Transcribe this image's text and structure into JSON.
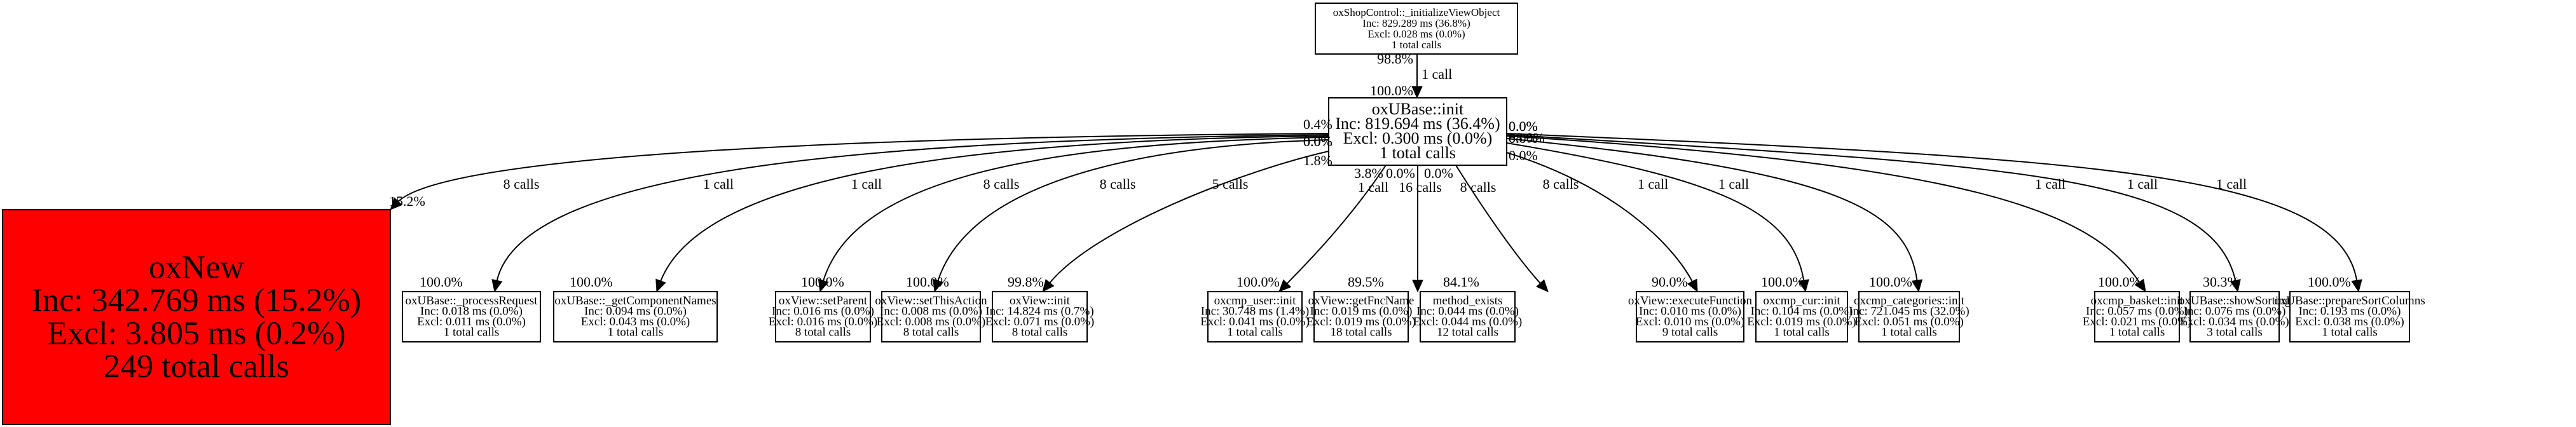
{
  "graph": {
    "type": "call-graph",
    "hot_color": "#ff0000",
    "default_color": "#ffffff",
    "root": {
      "id": "root",
      "name": "oxShopControl::_initializeViewObject",
      "inc": "Inc: 829.289 ms (36.8%)",
      "excl": "Excl: 0.028 ms (0.0%)",
      "calls": "1 total calls"
    },
    "center": {
      "id": "center",
      "name": "oxUBase::init",
      "inc": "Inc: 819.694 ms (36.4%)",
      "excl": "Excl: 0.300 ms (0.0%)",
      "calls": "1 total calls"
    },
    "root_edge": {
      "tail_pct": "98.8%",
      "label": "1 call",
      "head_pct": "100.0%"
    },
    "children": [
      {
        "id": "oxnew",
        "name": "oxNew",
        "inc": "Inc: 342.769 ms (15.2%)",
        "excl": "Excl: 3.805 ms (0.2%)",
        "calls": "249 total calls",
        "hot": true,
        "edge_label": "8 calls",
        "head_pct": "15.2%",
        "tail_pct": "0.4%"
      },
      {
        "id": "processRequest",
        "name": "oxUBase::_processRequest",
        "inc": "Inc: 0.018 ms (0.0%)",
        "excl": "Excl: 0.011 ms (0.0%)",
        "calls": "1 total calls",
        "hot": false,
        "edge_label": "1 call",
        "head_pct": "100.0%",
        "tail_pct": "0.0%"
      },
      {
        "id": "getComponentNames",
        "name": "oxUBase::_getComponentNames",
        "inc": "Inc: 0.094 ms (0.0%)",
        "excl": "Excl: 0.043 ms (0.0%)",
        "calls": "1 total calls",
        "hot": false,
        "edge_label": "1 call",
        "head_pct": "100.0%",
        "tail_pct": "0.0%"
      },
      {
        "id": "setParent",
        "name": "oxView::setParent",
        "inc": "Inc: 0.016 ms (0.0%)",
        "excl": "Excl: 0.016 ms (0.0%)",
        "calls": "8 total calls",
        "hot": false,
        "edge_label": "8 calls",
        "head_pct": "100.0%",
        "tail_pct": "0.0%"
      },
      {
        "id": "setThisAction",
        "name": "oxView::setThisAction",
        "inc": "Inc: 0.008 ms (0.0%)",
        "excl": "Excl: 0.008 ms (0.0%)",
        "calls": "8 total calls",
        "hot": false,
        "edge_label": "8 calls",
        "head_pct": "100.0%",
        "tail_pct": "0.0%"
      },
      {
        "id": "viewInit",
        "name": "oxView::init",
        "inc": "Inc: 14.824 ms (0.7%)",
        "excl": "Excl: 0.071 ms (0.0%)",
        "calls": "8 total calls",
        "hot": false,
        "edge_label": "5 calls",
        "head_pct": "99.8%",
        "tail_pct": "1.8%"
      },
      {
        "id": "userInit",
        "name": "oxcmp_user::init",
        "inc": "Inc: 30.748 ms (1.4%)",
        "excl": "Excl: 0.041 ms (0.0%)",
        "calls": "1 total calls",
        "hot": false,
        "edge_label": "1 call",
        "head_pct": "100.0%",
        "tail_pct": "3.8%"
      },
      {
        "id": "getFncName",
        "name": "oxView::getFncName",
        "inc": "Inc: 0.019 ms (0.0%)",
        "excl": "Excl: 0.019 ms (0.0%)",
        "calls": "18 total calls",
        "hot": false,
        "edge_label": "16 calls",
        "head_pct": "89.5%",
        "tail_pct": "0.0%"
      },
      {
        "id": "methodExists",
        "name": "method_exists",
        "inc": "Inc: 0.044 ms (0.0%)",
        "excl": "Excl: 0.044 ms (0.0%)",
        "calls": "12 total calls",
        "hot": false,
        "edge_label": "8 calls",
        "head_pct": "84.1%",
        "tail_pct": "0.0%"
      },
      {
        "id": "executeFunction",
        "name": "oxView::executeFunction",
        "inc": "Inc: 0.010 ms (0.0%)",
        "excl": "Excl: 0.010 ms (0.0%)",
        "calls": "9 total calls",
        "hot": false,
        "edge_label": "8 calls",
        "head_pct": "90.0%",
        "tail_pct": "0.0%"
      },
      {
        "id": "curInit",
        "name": "oxcmp_cur::init",
        "inc": "Inc: 0.104 ms (0.0%)",
        "excl": "Excl: 0.019 ms (0.0%)",
        "calls": "1 total calls",
        "hot": false,
        "edge_label": "1 call",
        "head_pct": "100.0%",
        "tail_pct": "0.0%"
      },
      {
        "id": "categoriesInit",
        "name": "oxcmp_categories::init",
        "inc": "Inc: 721.045 ms (32.0%)",
        "excl": "Excl: 0.051 ms (0.0%)",
        "calls": "1 total calls",
        "hot": false,
        "edge_label": "1 call",
        "head_pct": "100.0%",
        "tail_pct": "88.0%"
      },
      {
        "id": "basketInit",
        "name": "oxcmp_basket::init",
        "inc": "Inc: 0.057 ms (0.0%)",
        "excl": "Excl: 0.021 ms (0.0%)",
        "calls": "1 total calls",
        "hot": false,
        "edge_label": "1 call",
        "head_pct": "100.0%",
        "tail_pct": "0.0%"
      },
      {
        "id": "showSorting",
        "name": "oxUBase::showSorting",
        "inc": "Inc: 0.076 ms (0.0%)",
        "excl": "Excl: 0.034 ms (0.0%)",
        "calls": "3 total calls",
        "hot": false,
        "edge_label": "1 call",
        "head_pct": "30.3%",
        "tail_pct": "0.0%"
      },
      {
        "id": "prepareSortColumns",
        "name": "oxUBase::prepareSortColumns",
        "inc": "Inc: 0.193 ms (0.0%)",
        "excl": "Excl: 0.038 ms (0.0%)",
        "calls": "1 total calls",
        "hot": false,
        "edge_label": "1 call",
        "head_pct": "100.0%",
        "tail_pct": "0.0%"
      }
    ]
  }
}
